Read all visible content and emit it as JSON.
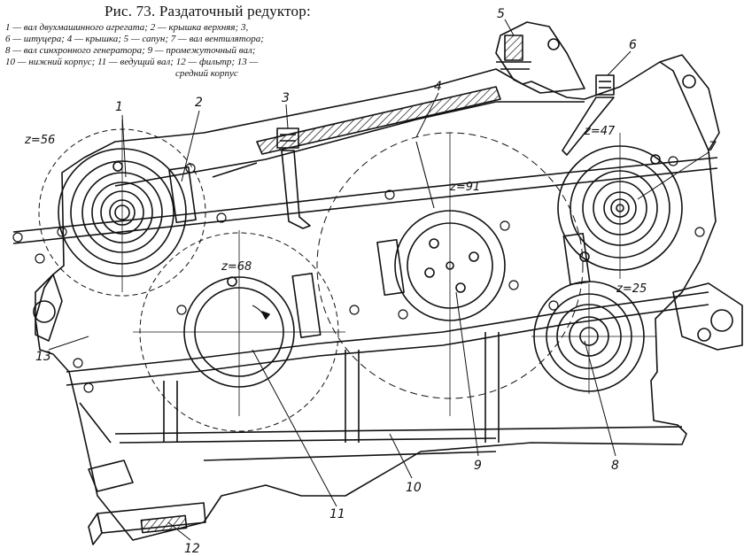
{
  "caption": {
    "title": "Рис. 73. Раздаточный редуктор:",
    "lines": [
      "1 — вал двухмашинного агрегата; 2 — крышка верхняя; 3,",
      "6 — штуцера; 4 — крышка; 5 — сапун; 7 — вал вентилятора;",
      "8 — вал синхронного генератора; 9 — промежуточный вал;",
      "10 — нижний корпус; 11 — ведущий вал; 12 — фильтр; 13 —",
      "средний корпус"
    ]
  },
  "parts": {
    "n1": "1",
    "n2": "2",
    "n3": "3",
    "n4": "4",
    "n5": "5",
    "n6": "6",
    "n7": "7",
    "n8": "8",
    "n9": "9",
    "n10": "10",
    "n11": "11",
    "n12": "12",
    "n13": "13"
  },
  "gears": {
    "z56": "z=56",
    "z68": "z=68",
    "z91": "z=91",
    "z47": "z=47",
    "z25": "z=25"
  }
}
